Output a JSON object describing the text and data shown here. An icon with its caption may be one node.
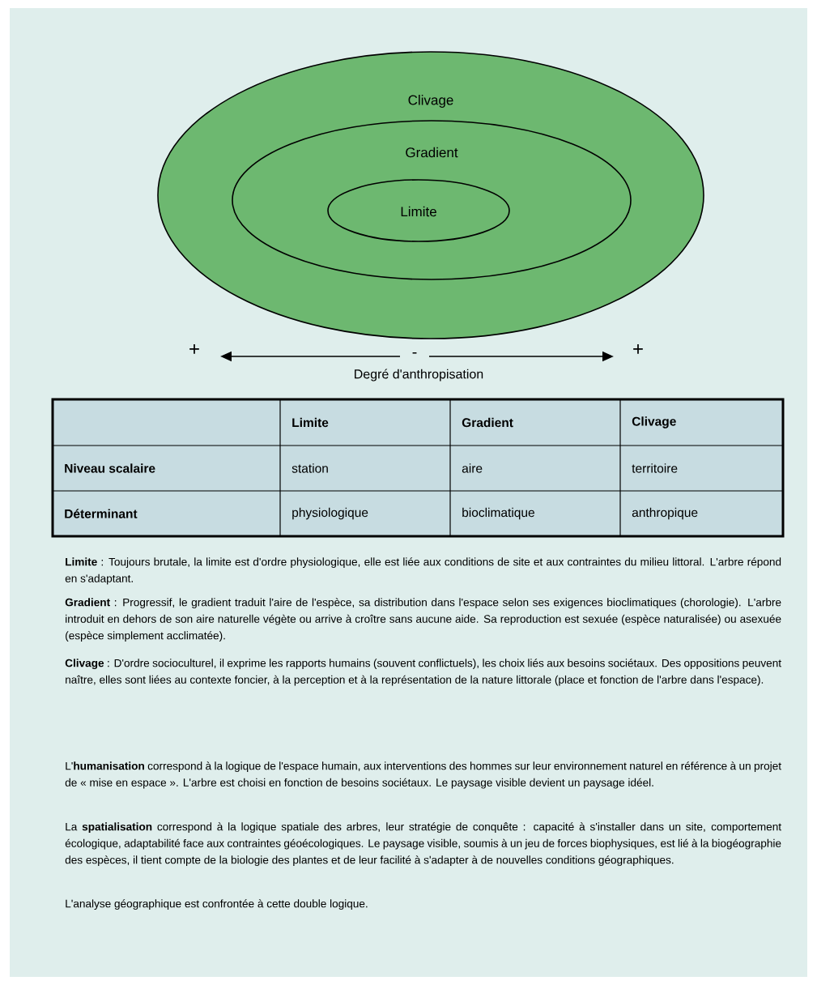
{
  "diagram": {
    "nodes": [
      {
        "text": [
          "Clivage"
        ]
      },
      {
        "text": [
          "Gradient"
        ],
        "in": 0
      },
      {
        "text": [
          "Limite"
        ],
        "in": 1
      }
    ],
    "labels": [
      "+",
      "-",
      "+",
      "Degré d'anthropisation",
      "Limite",
      "Gradient",
      "Clivage",
      "Niveau scalaire",
      "station",
      "aire",
      "territoire",
      "Déterminant",
      "physiologique",
      "bioclimatique",
      "anthropique",
      "**Limite** : Toujours brutale, la limite est d'ordre physiologique, elle est liée aux conditions de site et aux contraintes du milieu littoral. L'arbre répond en s'adaptant.",
      "**Gradient** : Progressif, le gradient traduit l'aire de l'espèce, sa distribution dans l'espace selon ses exigences bioclimatiques (chorologie). L'arbre introduit en dehors de son aire naturelle végète ou arrive à croître sans aucune aide. Sa reproduction est sexuée (espèce naturalisée) ou asexuée (espèce simplement acclimatée).",
      "**Clivage** : D'ordre socioculturel, il exprime les rapports humains (souvent conflictuels), les choix liés aux besoins sociétaux. Des oppositions peuvent naître, elles sont liées au contexte foncier, à la perception et à la représentation de la nature littorale (place et fonction de l'arbre dans l'espace).",
      "L'**humanisation** correspond à la logique de l'espace humain, aux interventions des hommes sur leur environnement naturel en référence à un projet de « mise en espace ». L'arbre est choisi en fonction de besoins sociétaux. Le paysage visible devient un paysage idéel.",
      "La **spatialisation** correspond à la logique spatiale des arbres, leur stratégie de conquête : capacité à s'installer dans un site, comportement écologique, adaptabilité face aux contraintes géoécologiques. Le paysage visible, soumis à un jeu de forces biophysiques, est lié à la biogéographie des espèces, il tient compte de la biologie des plantes et de leur facilité à s'adapter à de nouvelles conditions géographiques.",
      "L'analyse géographique est confrontée à cette double logique."
    ]
  }
}
